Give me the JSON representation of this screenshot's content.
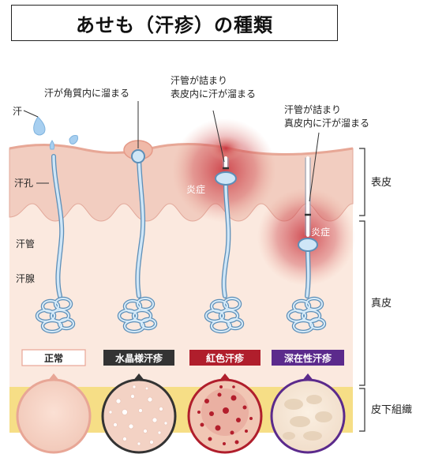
{
  "title": "あせも（汗疹）の種類",
  "colors": {
    "epidermis": "#f2cdc0",
    "dermis": "#fbe9df",
    "subcutis": "#f6de86",
    "duct": "#9ec8ea",
    "inflammation": "#c8303a",
    "normal_border": "#e8a696",
    "crystallina": "#333333",
    "rubra": "#b01e2c",
    "profunda": "#5b2a8c"
  },
  "labels": {
    "sweat": "汗",
    "pore": "汗孔",
    "duct": "汗管",
    "gland": "汗腺",
    "callout1": "汗が角質内に溜まる",
    "callout2a": "汗管が詰まり",
    "callout2b": "表皮内に汗が溜まる",
    "callout3a": "汗管が詰まり",
    "callout3b": "真皮内に汗が溜まる",
    "inflammation1": "炎症",
    "inflammation2": "炎症"
  },
  "layers": {
    "epidermis": "表皮",
    "dermis": "真皮",
    "subcutis": "皮下組織"
  },
  "types": [
    {
      "label": "正常",
      "style": "normal"
    },
    {
      "label": "水晶様汗疹",
      "style": "crystallina"
    },
    {
      "label": "紅色汗疹",
      "style": "rubra"
    },
    {
      "label": "深在性汗疹",
      "style": "profunda"
    }
  ]
}
